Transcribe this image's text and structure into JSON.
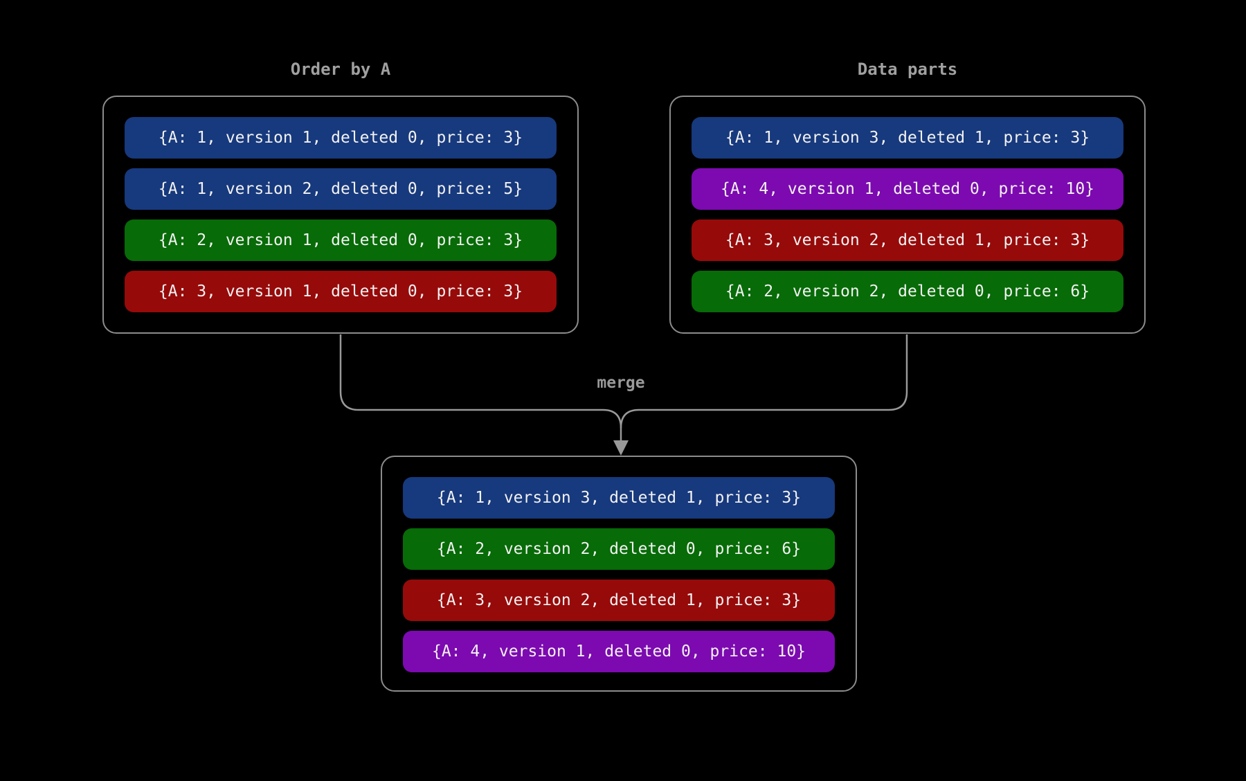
{
  "colors": {
    "background": "#000000",
    "box_border": "#8c8c8c",
    "connector": "#999999",
    "title_text": "#a0a0a0",
    "row_text": "#f2f2f2",
    "blue": "#17397d",
    "green": "#076b07",
    "red": "#970a0a",
    "purple": "#7c0ab0"
  },
  "labels": {
    "merge": "merge"
  },
  "panels": [
    {
      "id": "order-by-a",
      "title": "Order by A",
      "rows": [
        {
          "text": "{A: 1, version 1, deleted 0, price: 3}",
          "color": "blue"
        },
        {
          "text": "{A: 1, version 2, deleted 0, price: 5}",
          "color": "blue"
        },
        {
          "text": "{A: 2, version 1, deleted 0, price: 3}",
          "color": "green"
        },
        {
          "text": "{A: 3, version 1, deleted 0, price: 3}",
          "color": "red"
        }
      ]
    },
    {
      "id": "data-parts",
      "title": "Data parts",
      "rows": [
        {
          "text": "{A: 1, version 3, deleted 1, price: 3}",
          "color": "blue"
        },
        {
          "text": "{A: 4, version 1, deleted 0, price: 10}",
          "color": "purple"
        },
        {
          "text": "{A: 3, version 2, deleted 1, price: 3}",
          "color": "red"
        },
        {
          "text": "{A: 2, version 2, deleted 0, price: 6}",
          "color": "green"
        }
      ]
    },
    {
      "id": "merged-result",
      "title": "",
      "rows": [
        {
          "text": "{A: 1, version 3, deleted 1, price: 3}",
          "color": "blue"
        },
        {
          "text": "{A: 2, version 2, deleted 0, price: 6}",
          "color": "green"
        },
        {
          "text": "{A: 3, version 2, deleted 1, price: 3}",
          "color": "red"
        },
        {
          "text": "{A: 4, version 1, deleted 0, price: 10}",
          "color": "purple"
        }
      ]
    }
  ]
}
